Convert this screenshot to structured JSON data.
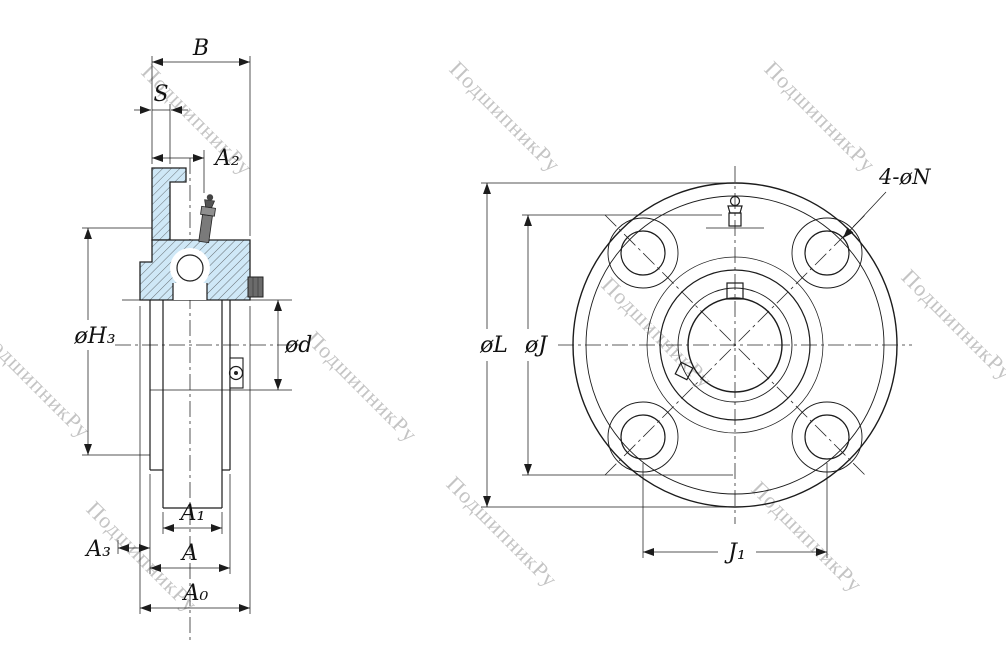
{
  "watermark": {
    "text": "ПодшипникРу"
  },
  "colors": {
    "housing_fill": "#cfe8f7",
    "line": "#1c1c1c",
    "watermark": "#c4c4c4"
  },
  "left_view": {
    "name": "side-section-view",
    "dims": {
      "B": "B",
      "S": "S",
      "A2": "A₂",
      "H3": "øH₃",
      "d": "ød",
      "A1": "A₁",
      "A3": "A₃",
      "A": "A",
      "A0": "A₀"
    }
  },
  "right_view": {
    "name": "front-view",
    "dims": {
      "L": "øL",
      "J": "øJ",
      "J1": "J₁",
      "N": "4-øN"
    }
  }
}
